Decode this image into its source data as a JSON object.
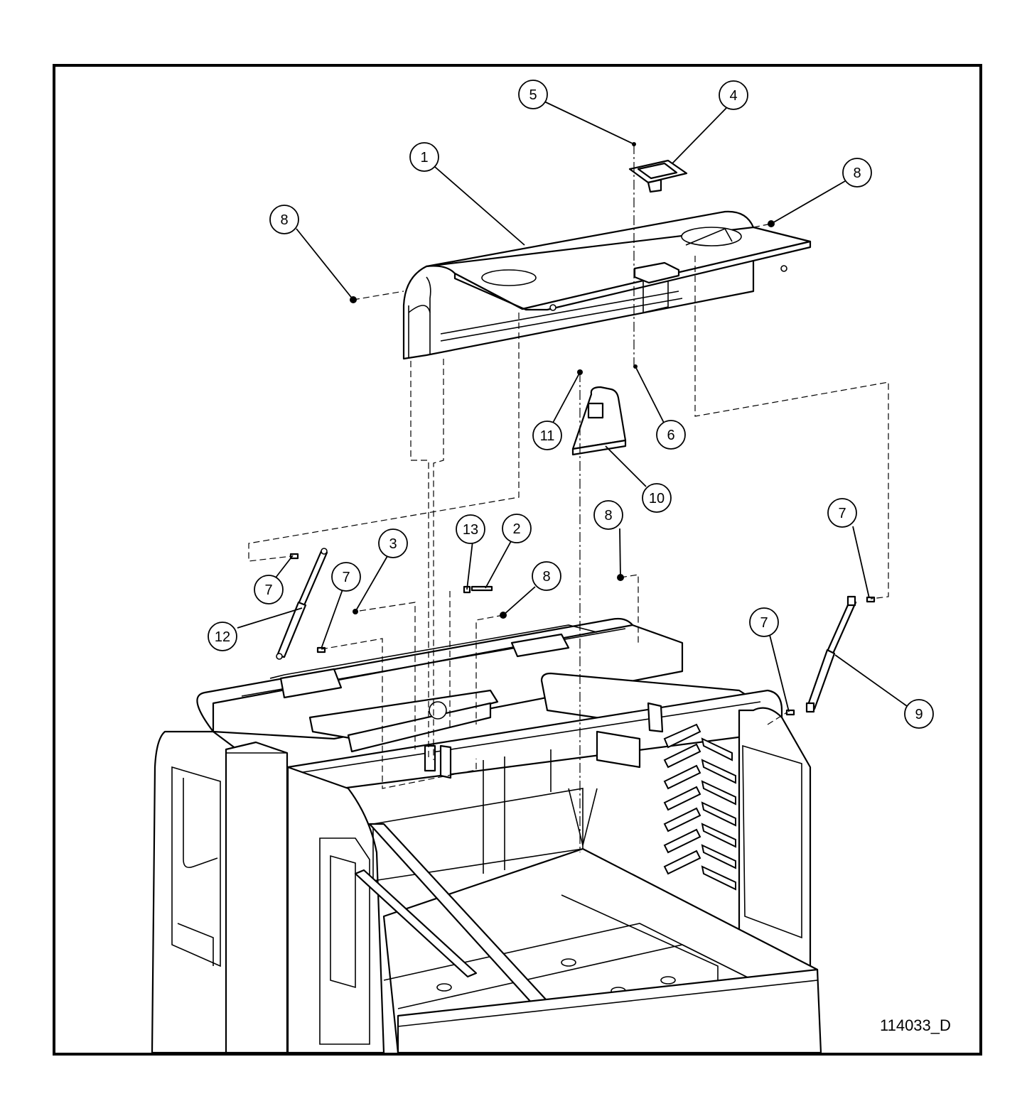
{
  "drawing_number": "114033_D",
  "callouts": [
    {
      "id": "callout-1",
      "label": "1"
    },
    {
      "id": "callout-2",
      "label": "2"
    },
    {
      "id": "callout-3",
      "label": "3"
    },
    {
      "id": "callout-4",
      "label": "4"
    },
    {
      "id": "callout-5",
      "label": "5"
    },
    {
      "id": "callout-6",
      "label": "6"
    },
    {
      "id": "callout-7a",
      "label": "7"
    },
    {
      "id": "callout-7b",
      "label": "7"
    },
    {
      "id": "callout-7c",
      "label": "7"
    },
    {
      "id": "callout-7d",
      "label": "7"
    },
    {
      "id": "callout-8a",
      "label": "8"
    },
    {
      "id": "callout-8b",
      "label": "8"
    },
    {
      "id": "callout-8c",
      "label": "8"
    },
    {
      "id": "callout-8d",
      "label": "8"
    },
    {
      "id": "callout-9",
      "label": "9"
    },
    {
      "id": "callout-10",
      "label": "10"
    },
    {
      "id": "callout-11",
      "label": "11"
    },
    {
      "id": "callout-12",
      "label": "12"
    },
    {
      "id": "callout-13",
      "label": "13"
    }
  ]
}
